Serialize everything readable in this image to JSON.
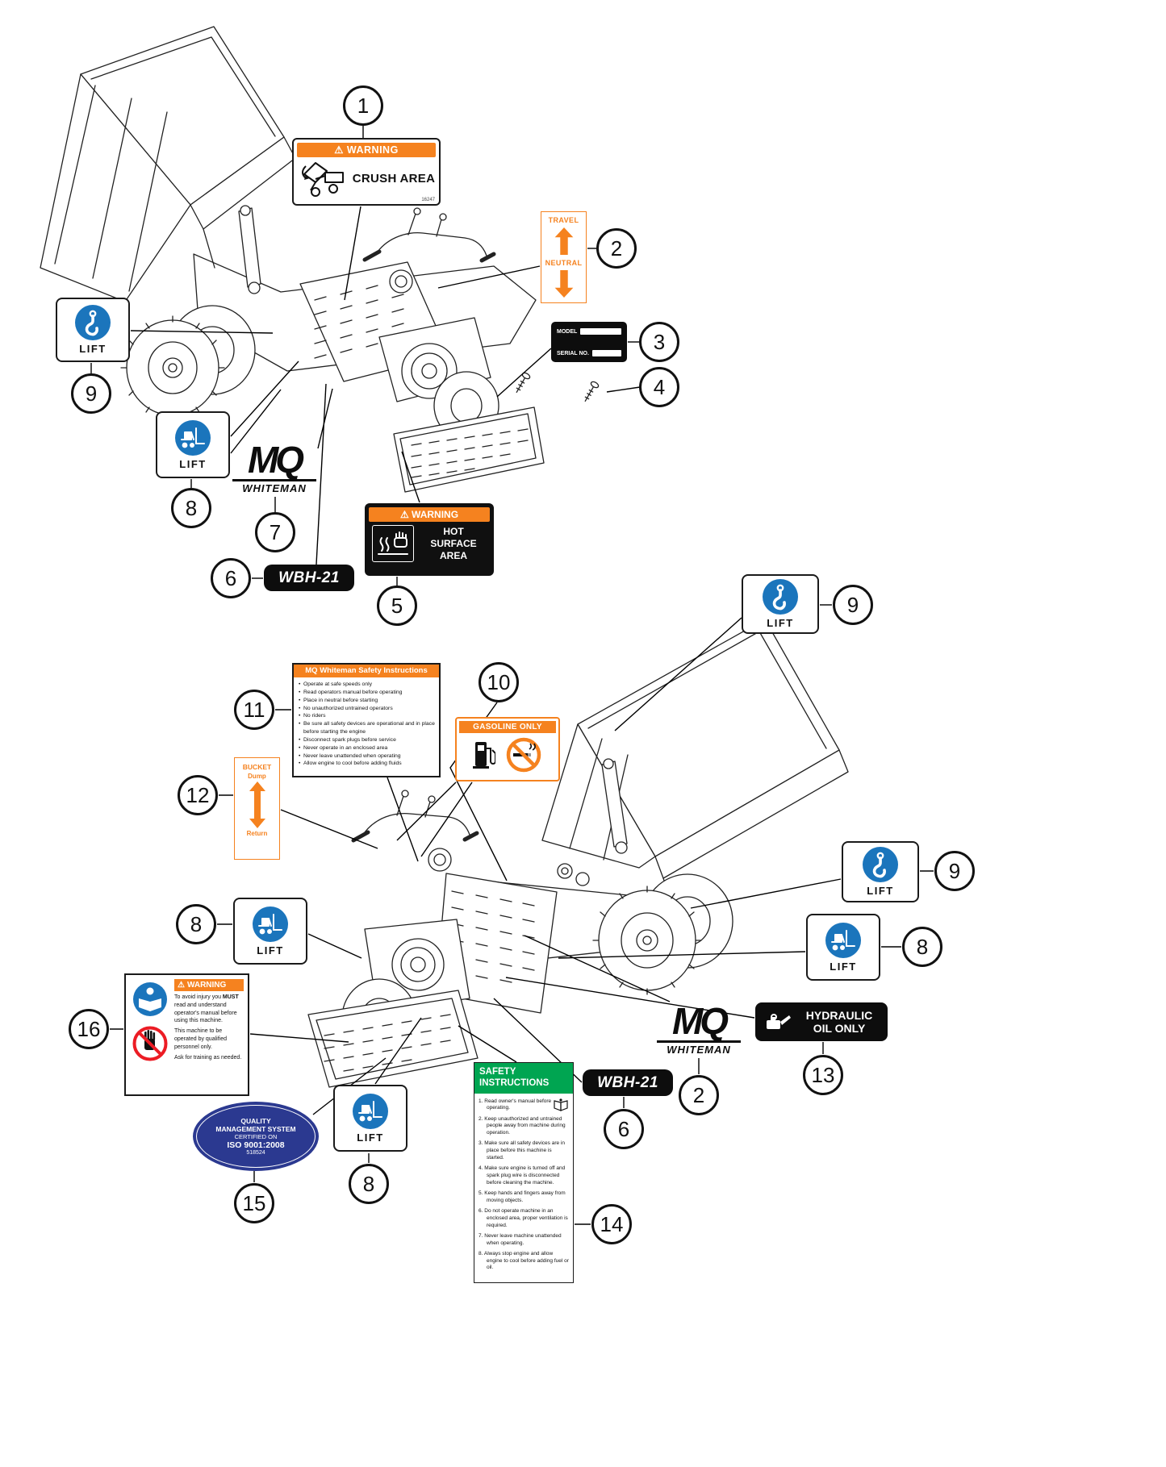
{
  "callouts": [
    "1",
    "2",
    "3",
    "4",
    "5",
    "6",
    "7",
    "8",
    "9",
    "9",
    "10",
    "11",
    "12",
    "9",
    "8",
    "8",
    "16",
    "13",
    "2",
    "6",
    "15",
    "8",
    "14"
  ],
  "decals": {
    "crush_area": {
      "warning_symbol": "⚠",
      "header": "WARNING",
      "text": "CRUSH AREA",
      "part_no": "16247"
    },
    "travel_neutral": {
      "top_label": "TRAVEL",
      "bottom_label": "NEUTRAL"
    },
    "model_plate": {
      "line1": "MODEL",
      "line2": "SERIAL NO."
    },
    "hot_surface": {
      "warning_symbol": "⚠",
      "header": "WARNING",
      "line1": "HOT SURFACE",
      "line2": "AREA"
    },
    "wbh21": {
      "text": "WBH-21"
    },
    "mq_logo": {
      "mq": "MQ",
      "whiteman": "WHITEMAN"
    },
    "lift_fork": {
      "label": "LIFT"
    },
    "lift_hook": {
      "label": "LIFT"
    },
    "gasoline_only": {
      "header": "GASOLINE ONLY"
    },
    "mq_safety": {
      "header": "MQ Whiteman Safety Instructions",
      "items": [
        "Operate at safe speeds only",
        "Read operators manual before operating",
        "Place in neutral before starting",
        "No unauthorized untrained operators",
        "No riders",
        "Be sure all safety devices are operational and in place before starting the engine",
        "Disconnect spark plugs before service",
        "Never operate in an enclosed area",
        "Never leave unattended when operating",
        "Allow engine to cool before adding fluids"
      ]
    },
    "bucket_dump": {
      "title": "BUCKET",
      "up_label": "Dump",
      "down_label": "Return"
    },
    "hydraulic_oil": {
      "line1": "HYDRAULIC",
      "line2": "OIL ONLY"
    },
    "safety_instructions": {
      "header_line1": "SAFETY",
      "header_line2": "INSTRUCTIONS",
      "items": [
        "Read owner's manual before operating.",
        "Keep unauthorized and untrained people away from machine during operation.",
        "Make sure all safety devices are in place before this machine is started.",
        "Make sure engine is turned off and spark plug wire is disconnected before cleaning the machine.",
        "Keep hands and fingers away from moving objects.",
        "Do not operate machine in an enclosed area, proper ventilation is required.",
        "Never leave machine unattended when operating.",
        "Always stop engine and allow engine to cool before adding fuel or oil."
      ]
    },
    "iso_oval": {
      "line1": "QUALITY",
      "line2": "MANAGEMENT SYSTEM",
      "line3": "CERTIFIED ON",
      "line4": "ISO 9001:2008",
      "line5": "518524"
    },
    "read_manual": {
      "warning_symbol": "⚠",
      "header": "WARNING",
      "body1_pre": "To avoid injury you ",
      "body1_bold": "MUST",
      "body1_post": " read and understand operator's manual before using this machine.",
      "body2": "This machine to be operated by qualified personnel only.",
      "body3": "Ask for training as needed."
    }
  },
  "colors": {
    "warning_orange": "#F5821F",
    "safety_green": "#00A551",
    "lift_blue": "#1B75BC",
    "prohibition_red": "#EC1C24",
    "iso_blue": "#2B3990",
    "decal_black": "#111111"
  }
}
